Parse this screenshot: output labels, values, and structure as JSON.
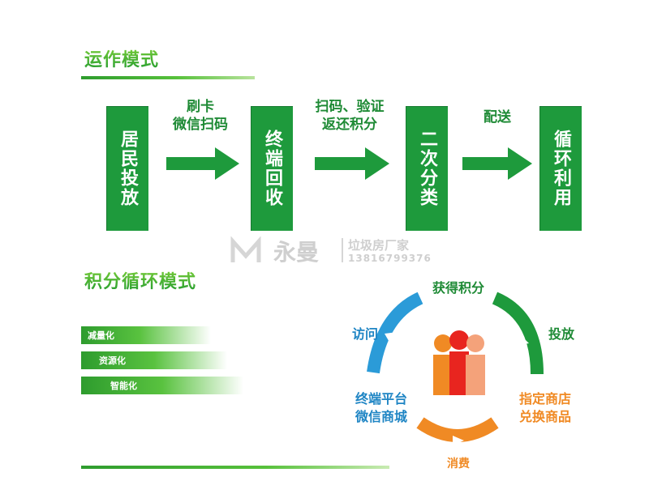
{
  "sections": {
    "operation_title": "运作模式",
    "points_title": "积分循环模式"
  },
  "flow": {
    "boxes": [
      "居民投放",
      "终端回收",
      "二次分类",
      "循环利用"
    ],
    "labels": [
      "刷卡\n微信扫码",
      "扫码、验证\n返还积分",
      "配送"
    ]
  },
  "watermark": {
    "brand": "永曼",
    "tagline": "垃圾房厂家",
    "phone": "13816799376"
  },
  "bars": [
    "减量化",
    "资源化",
    "智能化"
  ],
  "cycle": {
    "top": "获得积分",
    "left_arc": "访问",
    "right_arc": "投放",
    "left": "终端平台\n微信商城",
    "right": "指定商店\n兑换商品",
    "bottom": "消费"
  },
  "colors": {
    "green": "#1e9a3c",
    "blue": "#2b9bd8",
    "orange": "#f08a24",
    "red": "#e8251f",
    "salmon": "#f4a27a"
  }
}
